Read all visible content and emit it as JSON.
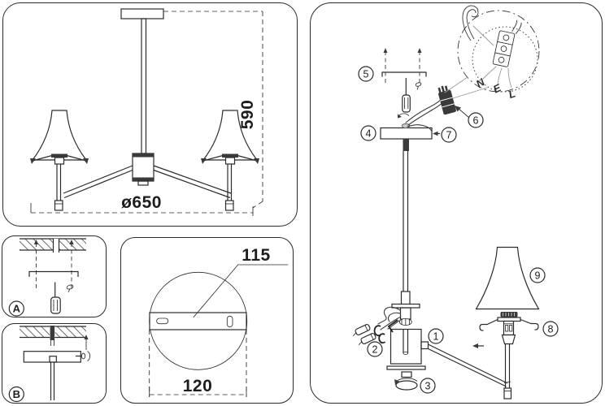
{
  "colors": {
    "line": "#2b2b2b",
    "background": "#ffffff",
    "dark_fill": "#3a3a3a"
  },
  "overview": {
    "width_dim": "ø650",
    "height_dim": "590"
  },
  "mount_plate": {
    "bar_dim": "115",
    "plate_dim": "120"
  },
  "steps": {
    "a": "A",
    "b": "B"
  },
  "assembly": {
    "c1": "1",
    "c2": "2",
    "c3": "3",
    "c4": "4",
    "c5": "5",
    "c6": "6",
    "c7": "7",
    "c8": "8",
    "c9": "9",
    "wire_n": "N",
    "wire_e": "E",
    "wire_l": "L"
  }
}
